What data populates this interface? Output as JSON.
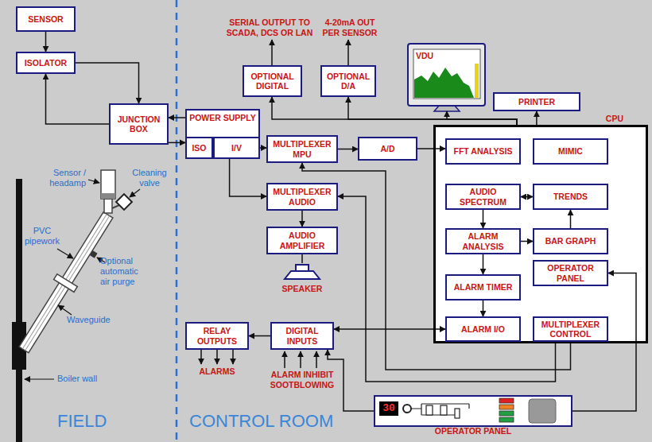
{
  "diagram": {
    "nodes": [
      {
        "text": [
          "SENSOR"
        ]
      },
      {
        "text": [
          "ISOLATOR"
        ]
      },
      {
        "text": [
          "JUNCTION BOX"
        ]
      },
      {
        "text": [
          "POWER SUPPLY"
        ]
      },
      {
        "text": [
          "ISO"
        ],
        "in": 3
      },
      {
        "text": [
          "I/V"
        ],
        "in": 3
      },
      {
        "text": [
          "OPTIONAL DIGITAL"
        ]
      },
      {
        "text": [
          "OPTIONAL D/A"
        ]
      },
      {
        "text": [
          "VDU"
        ]
      },
      {
        "text": [
          "PRINTER"
        ]
      },
      {
        "text": [
          "CPU"
        ]
      },
      {
        "text": [
          "MULTIPLEXER MPU"
        ]
      },
      {
        "text": [
          "A/D"
        ]
      },
      {
        "text": [
          "FFT ANALYSIS"
        ],
        "in": 10
      },
      {
        "text": [
          "MIMIC"
        ],
        "in": 10
      },
      {
        "text": [
          "MULTIPLEXER AUDIO"
        ]
      },
      {
        "text": [
          "AUDIO SPECTRUM"
        ],
        "in": 10
      },
      {
        "text": [
          "TRENDS"
        ],
        "in": 10
      },
      {
        "text": [
          "AUDIO AMPLIFIER"
        ]
      },
      {
        "text": [
          "ALARM ANALYSIS"
        ],
        "in": 10
      },
      {
        "text": [
          "BAR GRAPH"
        ],
        "in": 10
      },
      {
        "text": [
          "SPEAKER"
        ]
      },
      {
        "text": [
          "ALARM TIMER"
        ],
        "in": 10
      },
      {
        "text": [
          "OPERATOR PANEL"
        ],
        "in": 10
      },
      {
        "text": [
          "RELAY OUTPUTS"
        ]
      },
      {
        "text": [
          "DIGITAL INPUTS"
        ]
      },
      {
        "text": [
          "ALARM I/O"
        ],
        "in": 10
      },
      {
        "text": [
          "MULTIPLEXER CONTROL"
        ],
        "in": 10
      },
      {
        "text": [
          "OPERATOR PANEL"
        ]
      }
    ],
    "edges": [
      {
        "from": 0,
        "to": 1,
        "arrow": "to"
      },
      {
        "from": 1,
        "to": 2,
        "arrow": "to"
      },
      {
        "from": 2,
        "to": 1,
        "arrow": "to"
      },
      {
        "from": 3,
        "to": 2,
        "arrow": "to"
      },
      {
        "from": 2,
        "to": 4,
        "arrow": "to"
      },
      {
        "from": 5,
        "to": 11,
        "arrow": "to"
      },
      {
        "from": 5,
        "to": 15,
        "arrow": "to"
      },
      {
        "from": 11,
        "to": 12,
        "arrow": "to"
      },
      {
        "from": 12,
        "to": 13,
        "arrow": "to"
      },
      {
        "from": 15,
        "to": 18,
        "arrow": "to"
      },
      {
        "from": 18,
        "to": 21,
        "arrow": "none"
      },
      {
        "from": 16,
        "to": 17,
        "arrow": "both"
      },
      {
        "from": 16,
        "to": 19,
        "arrow": "to"
      },
      {
        "from": 19,
        "to": 20,
        "arrow": "to"
      },
      {
        "from": 20,
        "to": 17,
        "arrow": "to"
      },
      {
        "from": 19,
        "to": 22,
        "arrow": "to"
      },
      {
        "from": 22,
        "to": 26,
        "arrow": "to"
      },
      {
        "from": 26,
        "to": 25,
        "arrow": "both"
      },
      {
        "from": 25,
        "to": 24,
        "arrow": "to"
      },
      {
        "from": 27,
        "to": 11,
        "arrow": "to"
      },
      {
        "from": 27,
        "to": 15,
        "arrow": "to"
      },
      {
        "from": 28,
        "to": 23,
        "arrow": "to"
      },
      {
        "from": 28,
        "to": 25,
        "arrow": "to"
      },
      {
        "from": 10,
        "to": 6,
        "arrow": "to"
      },
      {
        "from": 10,
        "to": 7,
        "arrow": "to"
      },
      {
        "from": 10,
        "to": 8,
        "arrow": "to"
      },
      {
        "from": 10,
        "to": 9,
        "arrow": "to"
      }
    ],
    "labels": [
      "SERIAL OUTPUT TO SCADA, DCS OR LAN",
      "4-20mA OUT PER SENSOR",
      "ALARMS",
      "ALARM INHIBIT SOOTBLOWING",
      "Sensor / headamp",
      "Cleaning valve",
      "PVC pipework",
      "Optional automatic air purge",
      "Waveguide",
      "Boiler wall",
      "FIELD",
      "CONTROL ROOM",
      "30"
    ]
  }
}
